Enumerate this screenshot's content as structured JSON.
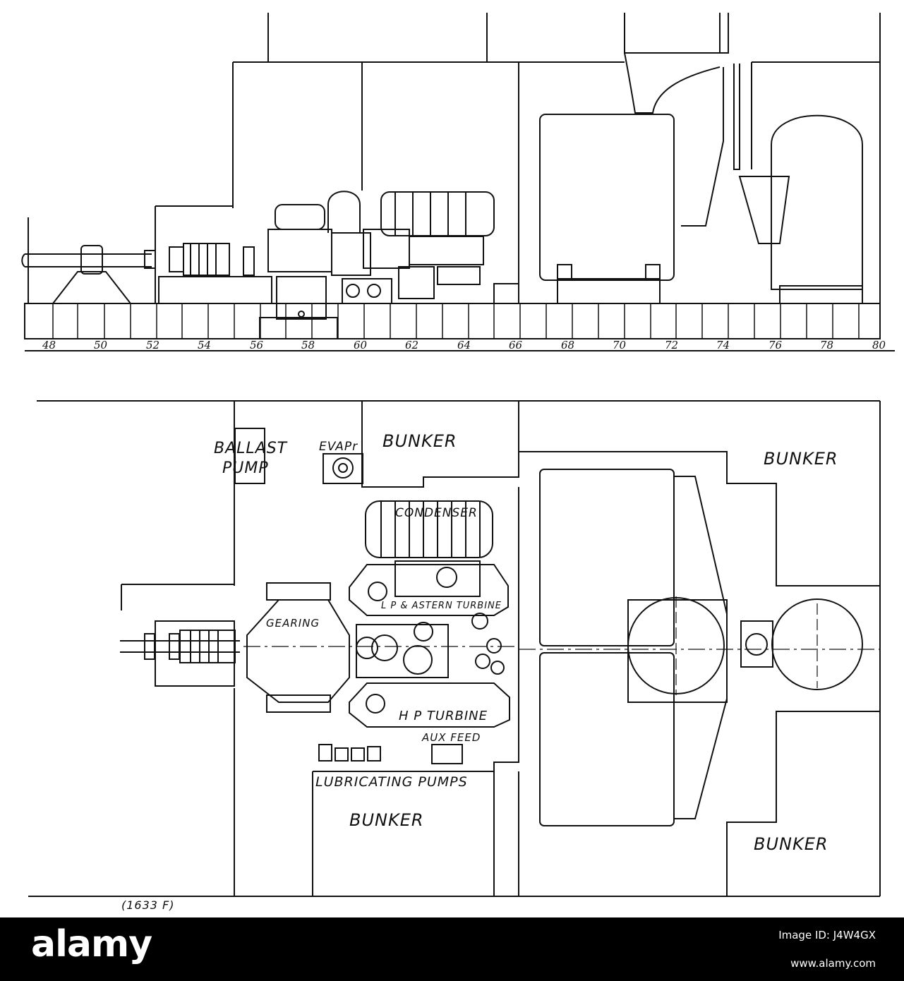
{
  "frame_numbers": [
    "48",
    "50",
    "52",
    "54",
    "56",
    "58",
    "60",
    "62",
    "64",
    "66",
    "68",
    "70",
    "72",
    "74",
    "76",
    "78",
    "80"
  ],
  "plan_labels": {
    "ballast_pump_1": "BALLAST",
    "ballast_pump_2": "PUMP",
    "evap": "EVAPr",
    "bunker_top": "BUNKER",
    "bunker_right_top": "BUNKER",
    "condenser": "CONDENSER",
    "lp_turbine": "L P & ASTERN TURBINE",
    "gearing": "GEARING",
    "hp_turbine": "H P TURBINE",
    "aux_feed": "AUX FEED",
    "lubricating_pumps": "LUBRICATING PUMPS",
    "bunker_bottom": "BUNKER",
    "bunker_right_bottom": "BUNKER"
  },
  "figure_ref": "(1633 F)",
  "footer": {
    "brand": "alamy",
    "image_id": "Image ID: J4W4GX",
    "site": "www.alamy.com"
  },
  "colors": {
    "ink": "#111111",
    "paper": "#ffffff",
    "footer_bg": "#000000",
    "footer_text": "#ffffff"
  }
}
